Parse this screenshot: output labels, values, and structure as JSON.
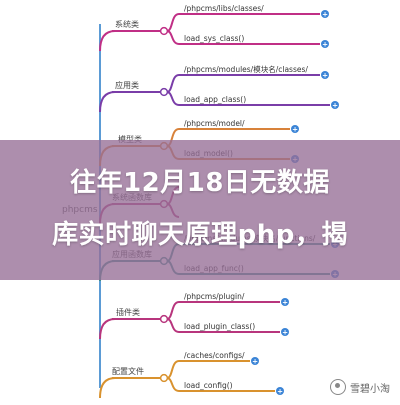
{
  "diagram": {
    "root_label": "phpcms",
    "groups": [
      {
        "label": "系统类",
        "color": "#c02f86",
        "children": [
          {
            "label": "/phpcms/libs/classes/"
          },
          {
            "label": "load_sys_class()"
          }
        ]
      },
      {
        "label": "应用类",
        "color": "#7a3da8",
        "children": [
          {
            "label": "/phpcms/modules/模块名/classes/"
          },
          {
            "label": "load_app_class()"
          }
        ]
      },
      {
        "label": "模型类",
        "color": "#d8823a",
        "children": [
          {
            "label": "/phpcms/model/"
          },
          {
            "label": "load_model()"
          }
        ]
      },
      {
        "label": "系统函数库",
        "color": "#b23a7a",
        "children": [
          {
            "label": ""
          },
          {
            "label": ""
          }
        ]
      },
      {
        "label": "应用函数库",
        "color": "#3d8f8a",
        "children": [
          {
            "label": "/phpcms/modules/模块名/functions/"
          },
          {
            "label": "load_app_func()"
          }
        ]
      },
      {
        "label": "插件类",
        "color": "#b8357d",
        "children": [
          {
            "label": "/phpcms/plugin/"
          },
          {
            "label": "load_plugin_class()"
          }
        ]
      },
      {
        "label": "配置文件",
        "color": "#d9922e",
        "children": [
          {
            "label": "/caches/configs/"
          },
          {
            "label": "load_config()"
          }
        ]
      }
    ]
  },
  "title": {
    "line1": "往年12月18日无数据",
    "line2": "库实时聊天原理php，揭"
  },
  "watermark": {
    "text": "雪碧小淘"
  },
  "colors": {
    "node_plus": "#3b84d6",
    "banner": "#966e96"
  }
}
